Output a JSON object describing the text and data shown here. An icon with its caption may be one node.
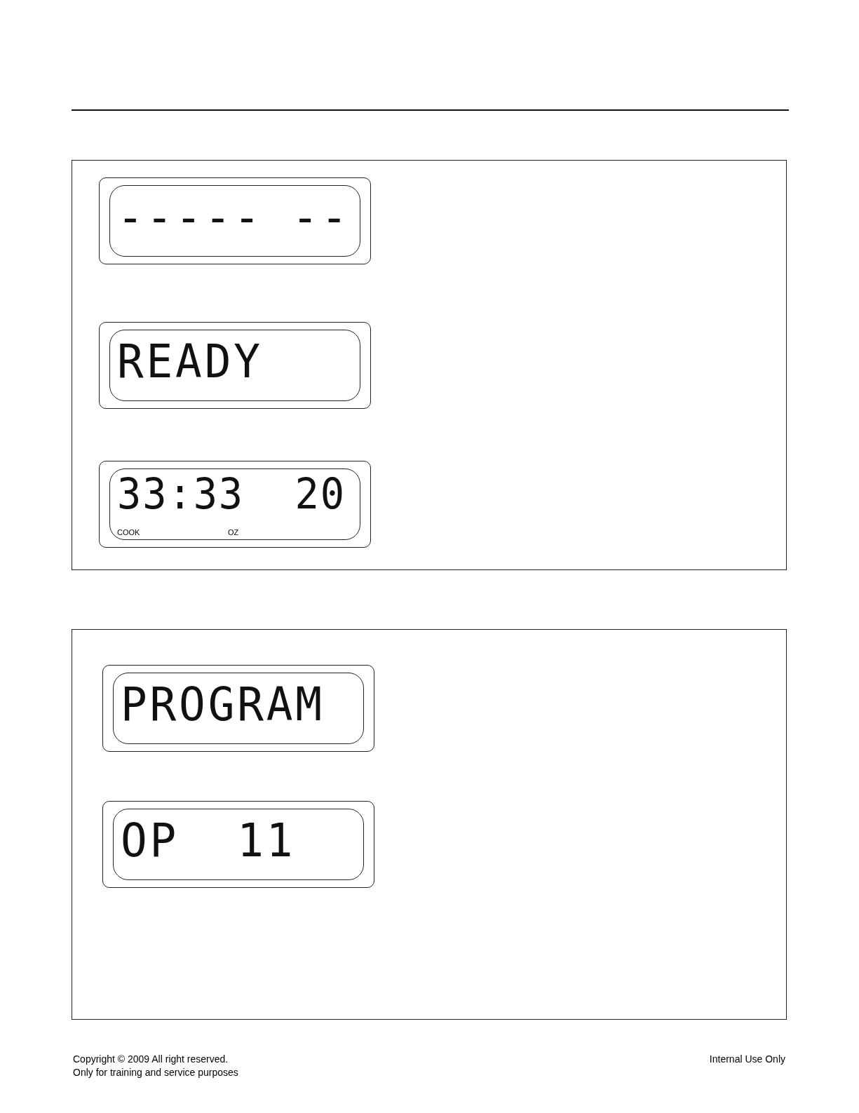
{
  "diagram": {
    "nodes": [
      {
        "text": [],
        "shape": "box"
      },
      {
        "text": [
          "----- --"
        ],
        "in": 0
      },
      {
        "text": [
          "READY"
        ],
        "in": 0
      },
      {
        "text": [
          "33:33  20",
          "COOK",
          "OZ"
        ],
        "in": 0
      },
      {
        "text": [],
        "shape": "box"
      },
      {
        "text": [
          "PROGRAM"
        ],
        "in": 4
      },
      {
        "text": [
          "OP  11"
        ],
        "in": 4
      }
    ],
    "labels": [
      "Copyright © 2009 All right reserved.",
      "Only for training and service purposes",
      "Internal Use Only"
    ]
  }
}
